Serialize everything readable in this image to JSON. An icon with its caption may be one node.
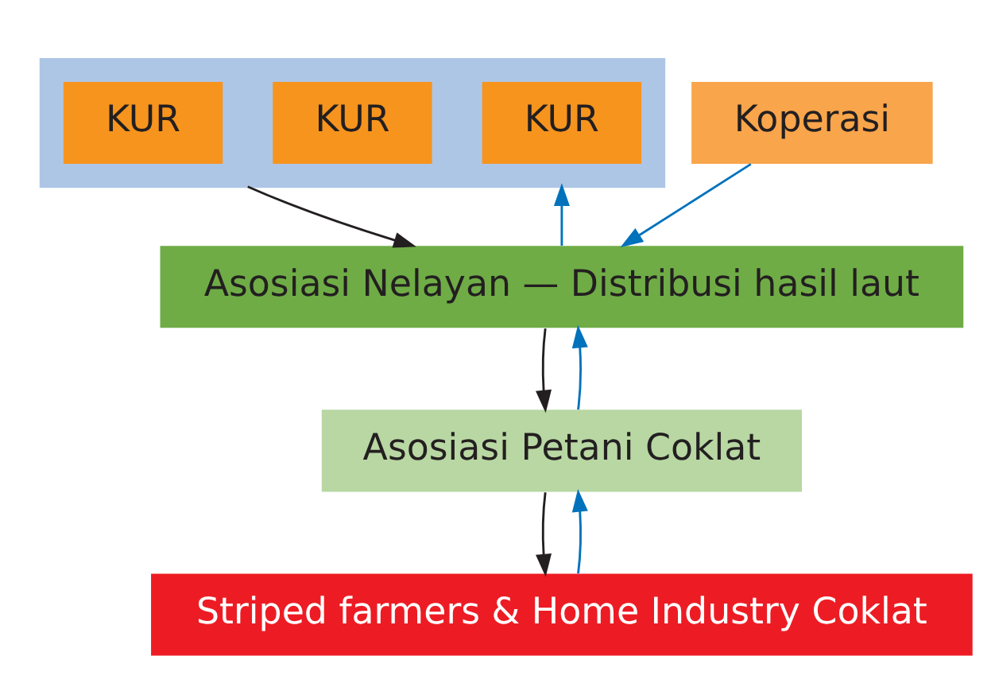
{
  "diagram": {
    "nodes": [
      {
        "text": [],
        "shape": "box"
      },
      {
        "text": [
          "KUR"
        ],
        "in": 0
      },
      {
        "text": [
          "KUR"
        ],
        "in": 0
      },
      {
        "text": [
          "KUR"
        ],
        "in": 0
      },
      {
        "text": [
          "Koperasi"
        ]
      },
      {
        "text": [
          "Asosiasi Nelayan — Distribusi hasil laut"
        ]
      },
      {
        "text": [
          "Asosiasi Petani Coklat"
        ]
      },
      {
        "text": [
          "Striped farmers & Home Industry Coklat"
        ]
      }
    ],
    "edges": [
      {
        "from": 5,
        "to": 0,
        "arrow": "to"
      },
      {
        "from": 0,
        "to": 5,
        "arrow": "to",
        "color": "#231f20"
      },
      {
        "from": 4,
        "to": 5,
        "arrow": "to"
      },
      {
        "from": 5,
        "to": 6,
        "arrow": "to",
        "color": "#231f20"
      },
      {
        "from": 6,
        "to": 5,
        "arrow": "to"
      },
      {
        "from": 6,
        "to": 7,
        "arrow": "to",
        "color": "#231f20"
      },
      {
        "from": 7,
        "to": 6,
        "arrow": "to"
      }
    ]
  }
}
